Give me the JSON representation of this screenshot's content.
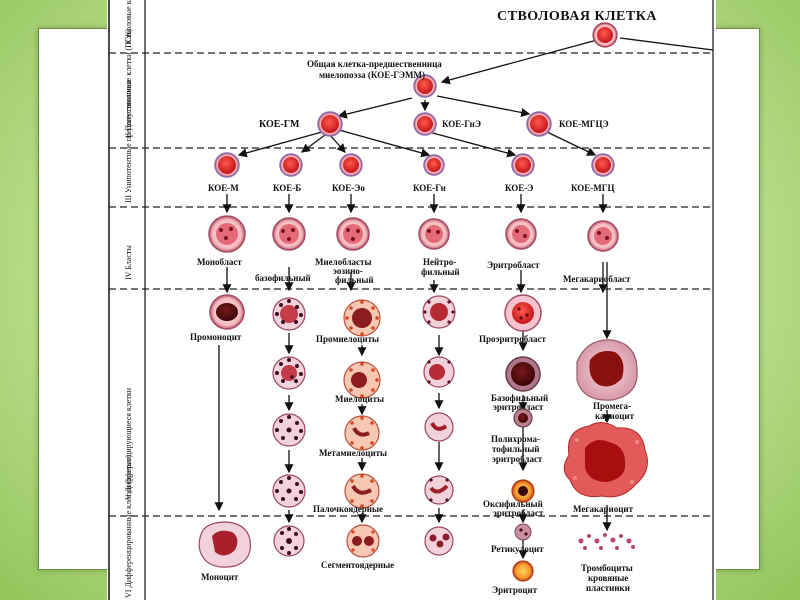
{
  "title": "СТВОЛОВАЯ КЛЕТКА",
  "rows": {
    "r1": "I Стволовые клетки (СК) поли-потентные",
    "r2": "II Полустволовые клетки (ПСК)",
    "r3": "III Унипотентные предшественники",
    "r4": "IV Бласты",
    "r5": "V Дифференцирующиеся клетки",
    "r6": "VI Дифференцированные клетки (зрелые)"
  },
  "labels": {
    "cfu_gemm_1": "Общая клетка-предшественница",
    "cfu_gemm_2": "миелопоэза (КОЕ-ГЭММ)",
    "cfu_gm": "КОЕ-ГМ",
    "cfu_gne": "КОЕ-ГнЭ",
    "cfu_mgce": "КОЕ-МГЦЭ",
    "cfu_m": "КОЕ-М",
    "cfu_b": "КОЕ-Б",
    "cfu_eo": "КОЕ-Эо",
    "cfu_gn": "КОЕ-Гн",
    "cfu_e": "КОЕ-Э",
    "cfu_mgc": "КОЕ-МГЦ",
    "monoblast": "Монобласт",
    "basophilic": "базофильный",
    "myeloblasts": "Миелобласты",
    "eosino": "эозино-",
    "philic": "фильный",
    "neutro": "Нейтро-",
    "neutro_philic": "фильный",
    "erythroblast": "Эритробласт",
    "megakaryoblast": "Мегакариобласт",
    "promonocyte": "Промоноцит",
    "promyelocytes": "Промиелоциты",
    "proerythroblast": "Проэритробласт",
    "myelocytes": "Миелоциты",
    "basophilic_ery_1": "Базофильный",
    "basophilic_ery_2": "эритробласт",
    "promega_1": "Промега-",
    "promega_2": "кариоцит",
    "metamyelocytes": "Метамиелоциты",
    "poly_1": "Полихрома-",
    "poly_2": "тофильный",
    "poly_3": "эритробласт",
    "band": "Палочкоядерные",
    "oxy_1": "Оксифильный",
    "oxy_2": "эритробласт",
    "megakaryocyte": "Мегакариоцит",
    "monocyte": "Моноцит",
    "segmented": "Сегментоядерные",
    "reticulocyte": "Ретикулоцит",
    "erythrocyte": "Эритроцит",
    "platelets_1": "Тромбоциты",
    "platelets_2": "кровяные",
    "platelets_3": "пластинки"
  }
}
